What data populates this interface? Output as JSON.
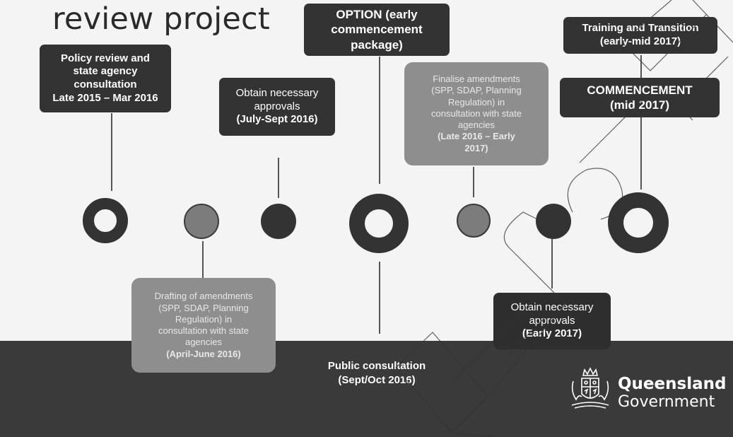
{
  "title": "review project",
  "above_boxes": {
    "policy": "Policy review and\nstate agency\nconsultation\nLate 2015 – Mar 2016",
    "obtain1_main": "Obtain necessary\napprovals",
    "obtain1_sub": "(July-Sept 2016)",
    "option": "OPTION (early\ncommencement\npackage)",
    "finalise_main": "Finalise amendments\n(SPP, SDAP, Planning\nRegulation) in\nconsultation with state\nagencies",
    "finalise_sub": "(Late 2016 – Early\n2017)",
    "training": "Training and Transition\n(early-mid 2017)",
    "commencement": "COMMENCEMENT\n(mid 2017)"
  },
  "below_boxes": {
    "drafting_main": "Drafting of amendments\n(SPP, SDAP, Planning\nRegulation) in\nconsultation with state\nagencies",
    "drafting_sub": "(April-June 2016)",
    "public": "Public consultation\n(Sept/Oct 2016)",
    "obtain2_main": "Obtain necessary\napprovals",
    "obtain2_sub": "(Early 2017)"
  },
  "logo": {
    "line1": "Queensland",
    "line2": "Government"
  },
  "colors": {
    "dark": "#333333",
    "mid_grey": "#8e8e8e",
    "footer": "#3a3a3a"
  }
}
